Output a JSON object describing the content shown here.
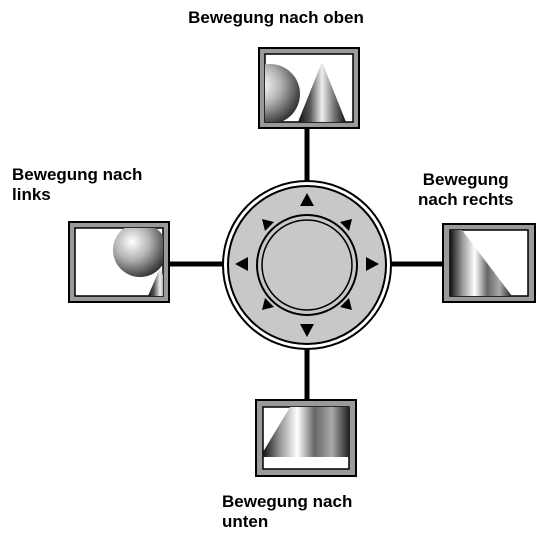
{
  "labels": {
    "up": "Bewegung nach oben",
    "left_line1": "Bewegung nach",
    "left_line2": "links",
    "right_line1": "Bewegung",
    "right_line2": "nach rechts",
    "down_line1": "Bewegung nach",
    "down_line2": "unten"
  },
  "colors": {
    "frame": "#9a9a9a",
    "joystick_face": "#c8c8c8",
    "outline": "#000000"
  },
  "icons": {
    "joystick": "joystick-dial-icon",
    "arrows": [
      "arrow-up",
      "arrow-up-right",
      "arrow-right",
      "arrow-down-right",
      "arrow-down",
      "arrow-down-left",
      "arrow-left",
      "arrow-up-left"
    ]
  }
}
